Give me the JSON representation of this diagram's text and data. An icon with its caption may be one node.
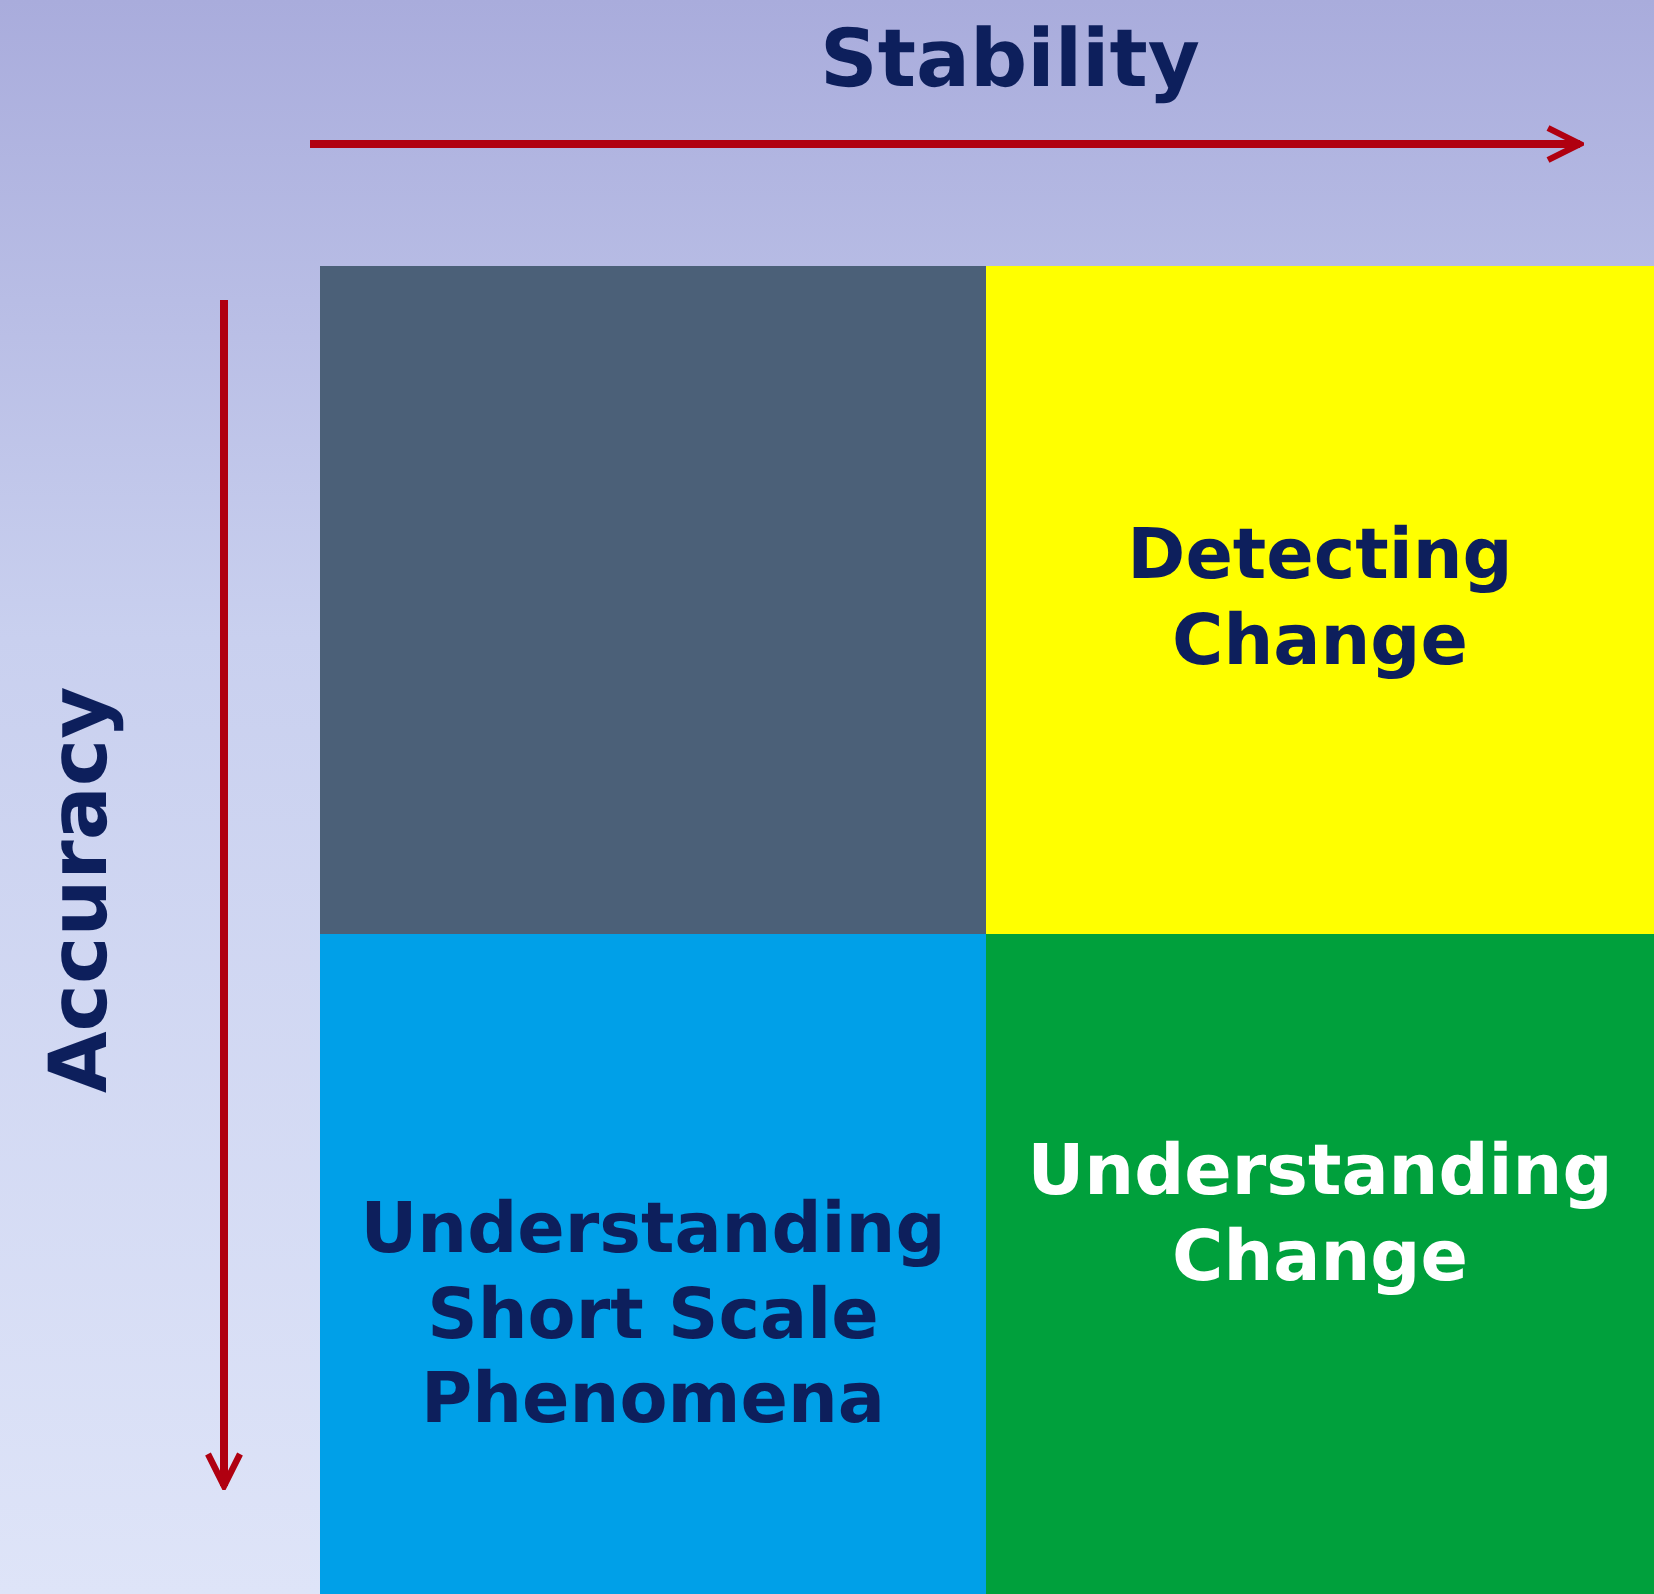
{
  "diagram": {
    "nodes": [
      {
        "text": [],
        "shape": "box"
      },
      {
        "text": [
          "Detecting Change"
        ]
      },
      {
        "text": [
          "Understanding Short Scale Phenomena"
        ]
      },
      {
        "text": [
          "Understanding Change"
        ]
      }
    ],
    "labels": [
      "Stability",
      "Accuracy"
    ]
  }
}
